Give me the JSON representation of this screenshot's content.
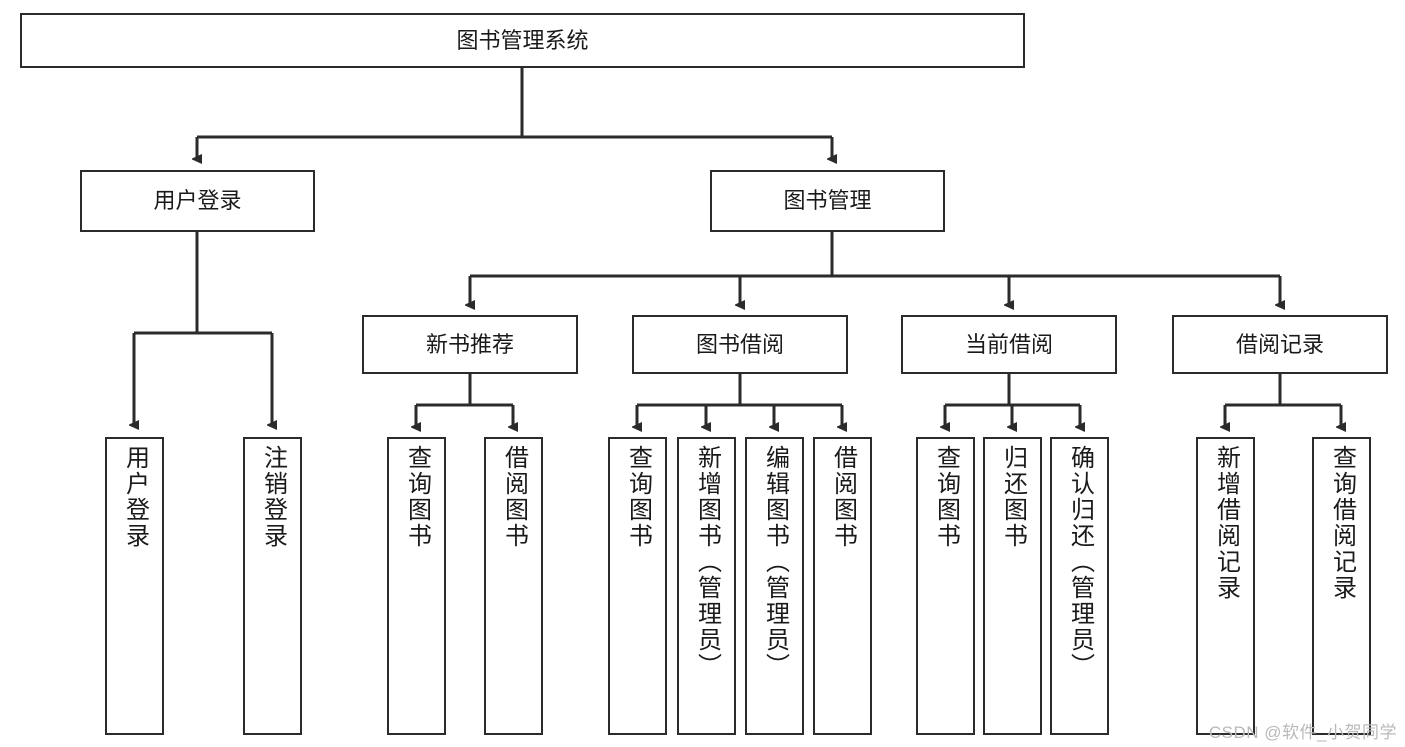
{
  "diagram": {
    "type": "hierarchy-tree",
    "title": "图书管理系统",
    "watermark": "CSDN @软件_小贺同学",
    "colors": {
      "box_border": "#2b2b2b",
      "box_fill": "#ffffff",
      "edge": "#2b2b2b",
      "text": "#1a1a1a",
      "watermark": "#b9b9b9",
      "background": "#ffffff"
    },
    "levels": {
      "root": {
        "label": "图书管理系统"
      },
      "level2": [
        {
          "label": "用户登录"
        },
        {
          "label": "图书管理"
        }
      ],
      "level3": [
        {
          "label": "新书推荐"
        },
        {
          "label": "图书借阅"
        },
        {
          "label": "当前借阅"
        },
        {
          "label": "借阅记录"
        }
      ],
      "leaves_user_login": [
        {
          "label": "用户登录"
        },
        {
          "label": "注销登录"
        }
      ],
      "leaves_new_book": [
        {
          "label": "查询图书"
        },
        {
          "label": "借阅图书"
        }
      ],
      "leaves_book_borrow": [
        {
          "label": "查询图书"
        },
        {
          "label": "新增图书（管理员）"
        },
        {
          "label": "编辑图书（管理员）"
        },
        {
          "label": "借阅图书"
        }
      ],
      "leaves_current_borrow": [
        {
          "label": "查询图书"
        },
        {
          "label": "归还图书"
        },
        {
          "label": "确认归还（管理员）"
        }
      ],
      "leaves_borrow_record": [
        {
          "label": "新增借阅记录"
        },
        {
          "label": "查询借阅记录"
        }
      ]
    }
  }
}
